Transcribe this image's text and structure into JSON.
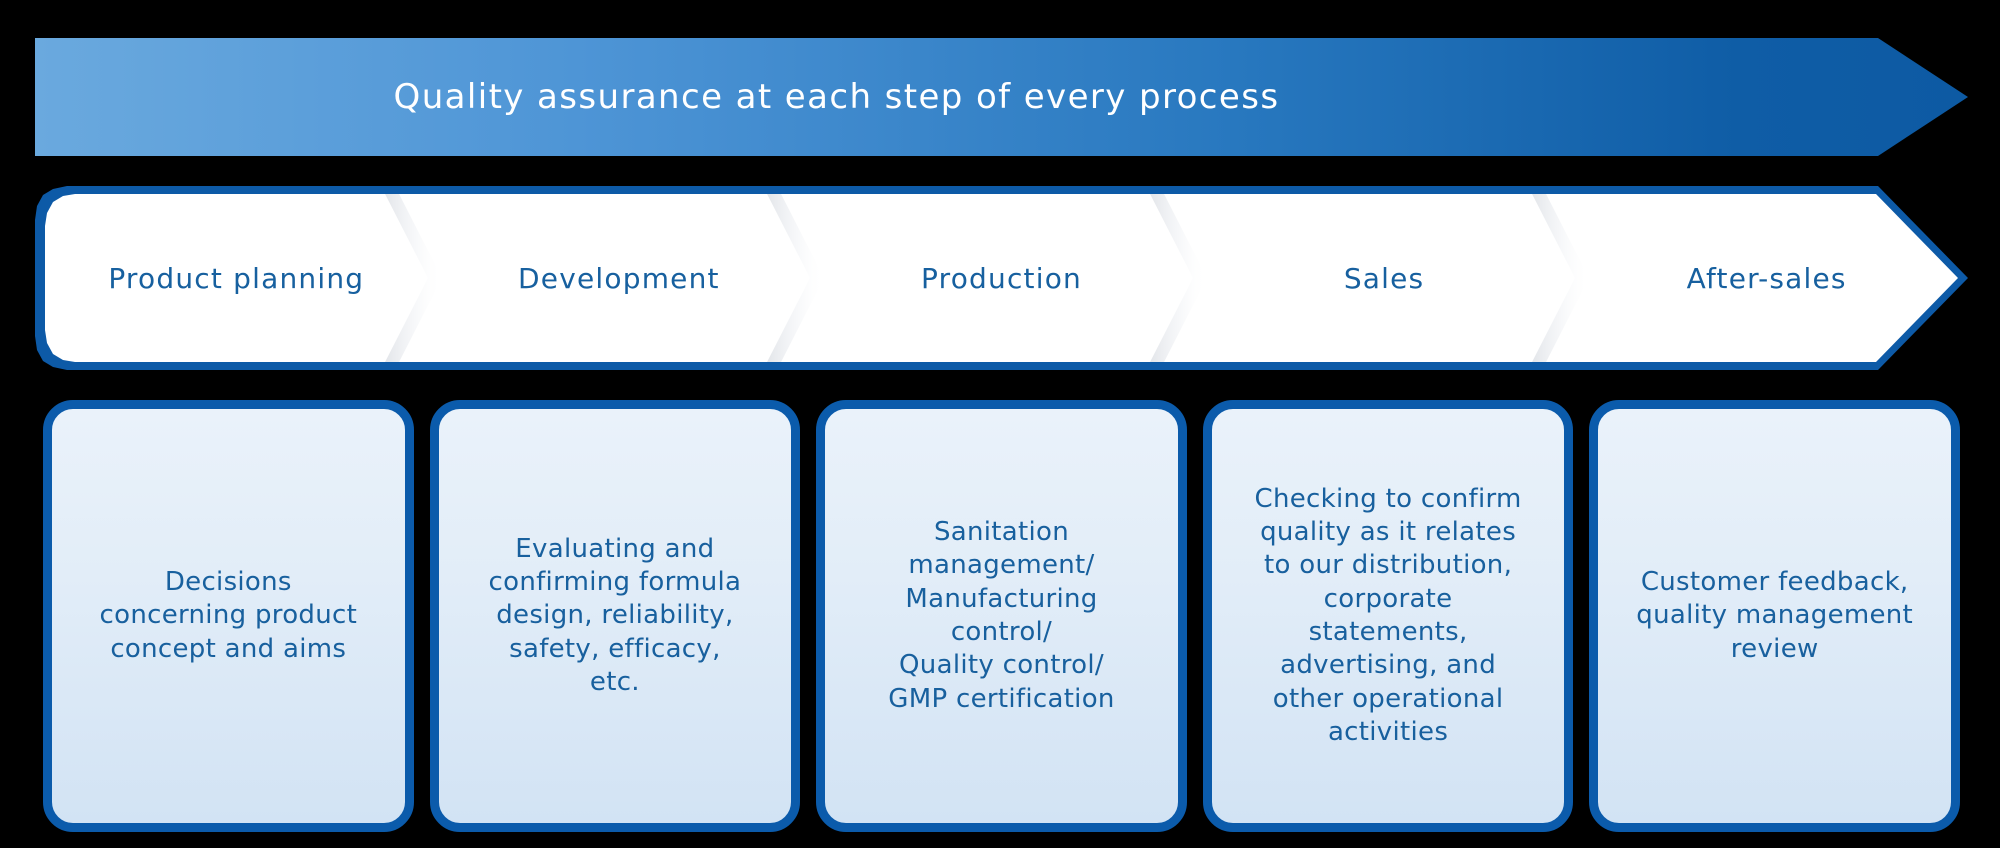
{
  "banner": {
    "title": "Quality assurance at each step of every process",
    "gradient_from": "#6aa9de",
    "gradient_to": "#0d5aa3",
    "text_color": "#ffffff",
    "shape": "right-arrow"
  },
  "stages": {
    "accent_color": "#0d5aa7",
    "label_color": "#17609f",
    "fill_color": "#ffffff",
    "items": [
      {
        "label": "Product planning"
      },
      {
        "label": "Development"
      },
      {
        "label": "Production"
      },
      {
        "label": "Sales"
      },
      {
        "label": "After-sales"
      }
    ]
  },
  "details": {
    "border_color": "#0b5bab",
    "text_color": "#18609e",
    "background_from": "#eaf2fa",
    "background_to": "#d2e3f4",
    "cards": [
      {
        "text": "Decisions\nconcerning product\nconcept and aims"
      },
      {
        "text": "Evaluating and\nconfirming formula\ndesign, reliability,\nsafety, efficacy,\netc."
      },
      {
        "text": "Sanitation\nmanagement/\nManufacturing\ncontrol/\nQuality control/\nGMP certification"
      },
      {
        "text": "Checking to confirm\nquality as it relates\nto our distribution,\ncorporate\nstatements,\nadvertising, and\nother operational\nactivities"
      },
      {
        "text": "Customer feedback,\nquality management\nreview"
      }
    ]
  }
}
